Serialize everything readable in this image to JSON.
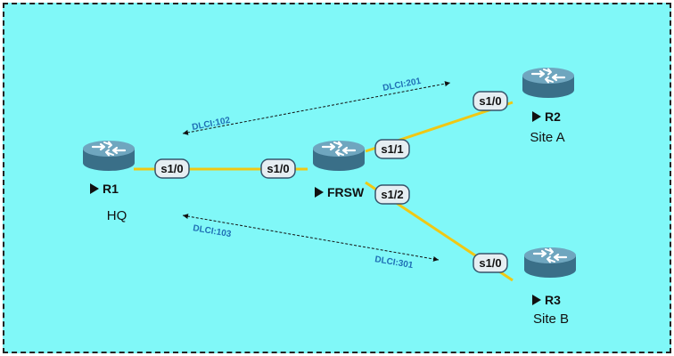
{
  "colors": {
    "background": "#80f8f8",
    "link": "#f0c814",
    "router_body": "#3a6f88",
    "router_top": "#6fa6bf",
    "interface_fill": "#e6eef2",
    "dlci_text": "#1f6fb5",
    "frame_border": "#222222"
  },
  "nodes": {
    "r1": {
      "name": "R1",
      "site": "HQ"
    },
    "frsw": {
      "name": "FRSW"
    },
    "r2": {
      "name": "R2",
      "site": "Site A"
    },
    "r3": {
      "name": "R3",
      "site": "Site B"
    }
  },
  "interfaces": {
    "r1_s1_0": "s1/0",
    "frsw_s1_0": "s1/0",
    "frsw_s1_1": "s1/1",
    "frsw_s1_2": "s1/2",
    "r2_s1_0": "s1/0",
    "r3_s1_0": "s1/0"
  },
  "dlci": {
    "r1_to_r2": "DLCI:102",
    "r2_to_r1": "DLCI:201",
    "r1_to_r3": "DLCI:103",
    "r3_to_r1": "DLCI:301"
  }
}
